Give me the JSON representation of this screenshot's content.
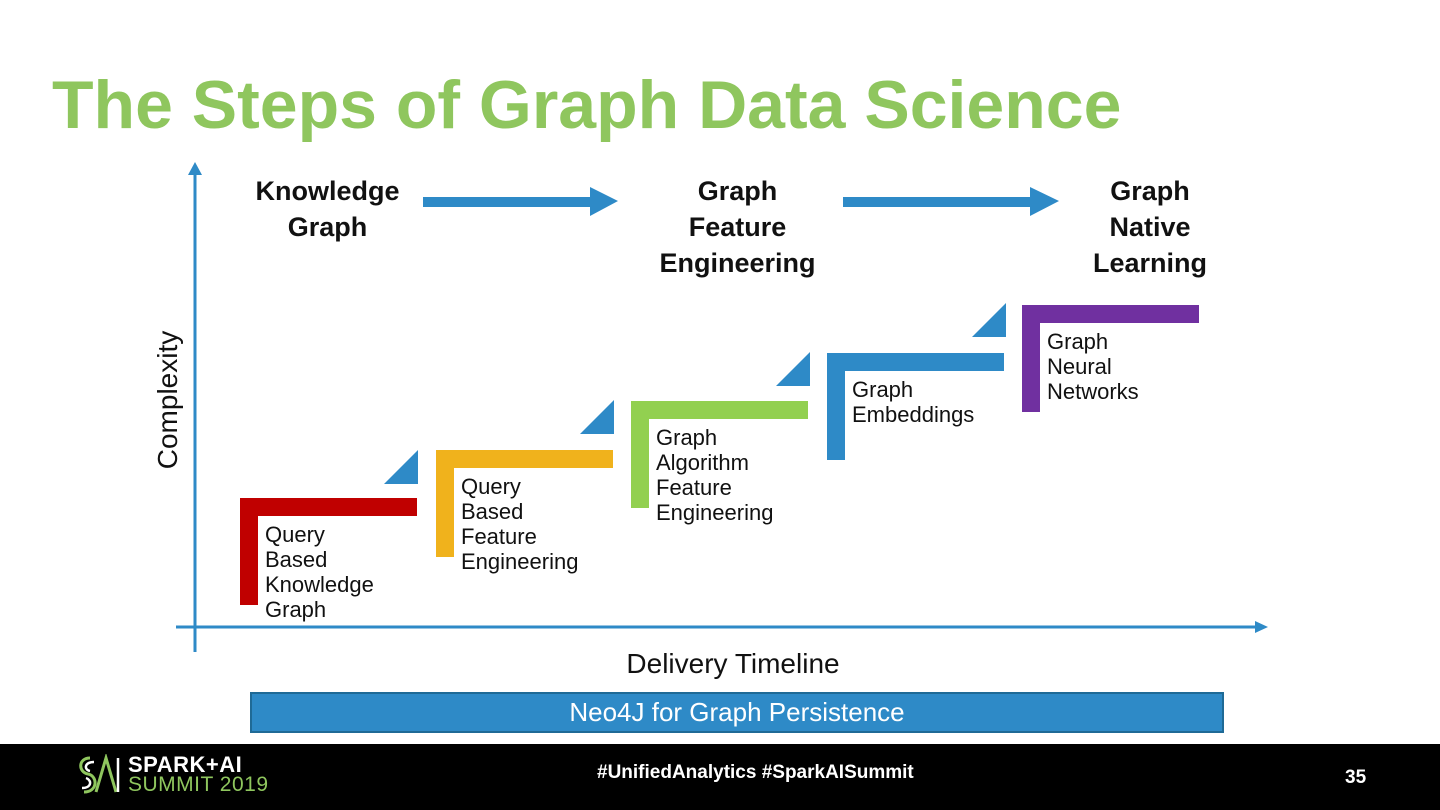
{
  "slide": {
    "title": "The Steps of Graph Data Science",
    "page_number": "35"
  },
  "phases": [
    {
      "label": "Knowledge\nGraph"
    },
    {
      "label": "Graph\nFeature\nEngineering"
    },
    {
      "label": "Graph\nNative\nLearning"
    }
  ],
  "axes": {
    "y_label": "Complexity",
    "x_label": "Delivery Timeline"
  },
  "steps": [
    {
      "label": "Query Based\nKnowledge\nGraph",
      "color": "#c00000"
    },
    {
      "label": "Query Based\nFeature\nEngineering",
      "color": "#f0b21c"
    },
    {
      "label": "Graph\nAlgorithm\nFeature\nEngineering",
      "color": "#92d050"
    },
    {
      "label": "Graph\nEmbeddings",
      "color": "#2e8ac7"
    },
    {
      "label": "Graph Neural\nNetworks",
      "color": "#7030a0"
    }
  ],
  "foundation": {
    "label": "Neo4J for Graph Persistence"
  },
  "footer": {
    "logo_line1": "SPARK+AI",
    "logo_line2": "SUMMIT 2019",
    "hashtags": "#UnifiedAnalytics #SparkAISummit"
  },
  "colors": {
    "title": "#8fc65e",
    "accent_blue": "#2e8ac7",
    "footer_bg": "#000000"
  }
}
